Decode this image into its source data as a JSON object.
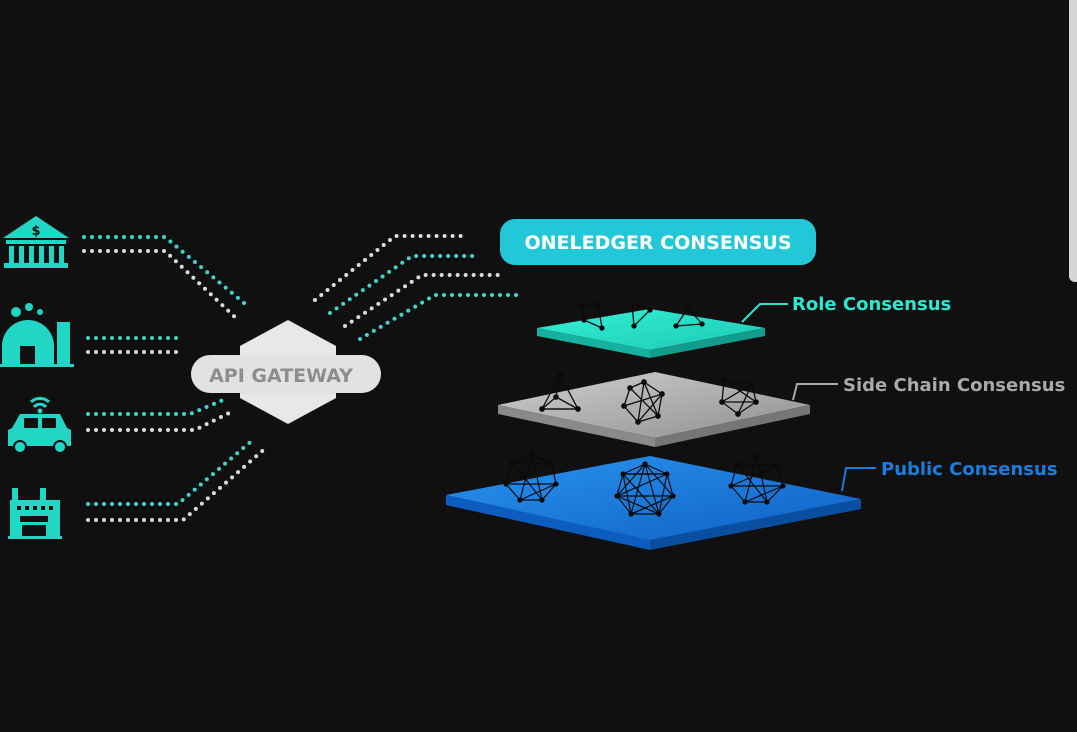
{
  "consensus_title": "ONELEDGER CONSENSUS",
  "gateway_label": "API GATEWAY",
  "layers": [
    {
      "label": "Role Consensus",
      "color": "#2ee6cf"
    },
    {
      "label": "Side Chain Consensus",
      "color": "#a9a9a9"
    },
    {
      "label": "Public Consensus",
      "color": "#1a7de0"
    }
  ],
  "sources": [
    {
      "icon": "bank-icon"
    },
    {
      "icon": "factory-dome-icon"
    },
    {
      "icon": "connected-car-icon"
    },
    {
      "icon": "building-icon"
    }
  ],
  "colors": {
    "background": "#101010",
    "accent_teal": "#22d6c5",
    "gateway_gray": "#e4e4e4",
    "side_gray": "#a8a8a8",
    "public_blue": "#1a7de0"
  }
}
